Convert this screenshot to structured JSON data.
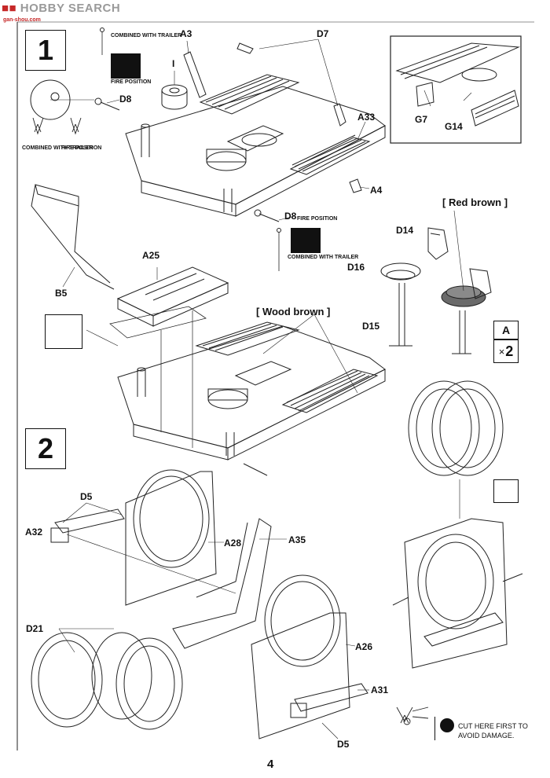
{
  "watermark": {
    "logo": "HOBBY SEARCH",
    "sub": "gan-shou.com"
  },
  "page_number": "4",
  "steps": [
    "1",
    "2"
  ],
  "notes": {
    "combined_trailer": "COMBINED WITH TRAILER",
    "fire_position": "FIRE POSITION",
    "cut_warning_line1": "CUT HERE FIRST TO",
    "cut_warning_line2": "AVOID DAMAGE."
  },
  "paint": {
    "red_brown": "[ Red brown ]",
    "wood_brown": "[ Wood brown ]"
  },
  "sub_assembly": {
    "letter": "A",
    "multiplier": "2"
  },
  "parts": {
    "A3": "A3",
    "D7": "D7",
    "I": "I",
    "D8": "D8",
    "A33": "A33",
    "A4": "A4",
    "D8b": "D8",
    "G7": "G7",
    "G14": "G14",
    "D14": "D14",
    "D16": "D16",
    "D15": "D15",
    "A25": "A25",
    "B5": "B5",
    "D5": "D5",
    "A32": "A32",
    "A28": "A28",
    "A35": "A35",
    "D21": "D21",
    "A26": "A26",
    "A31": "A31",
    "D5b": "D5"
  }
}
